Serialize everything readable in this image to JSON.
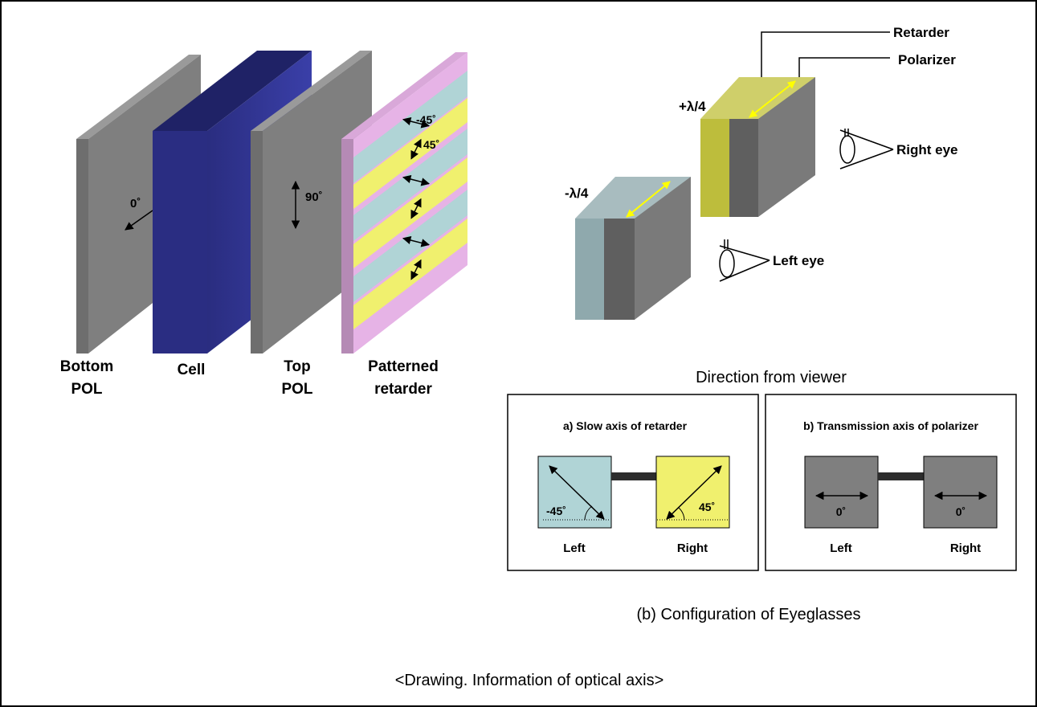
{
  "stack": {
    "labels": {
      "bottom_pol": [
        "Bottom",
        "POL"
      ],
      "cell": "Cell",
      "top_pol": [
        "Top",
        "POL"
      ],
      "patterned_retarder": [
        "Patterned",
        "retarder"
      ]
    },
    "angles": {
      "bottom_pol": "0˚",
      "top_pol": "90˚",
      "stripe_a": "-45˚",
      "stripe_b": "45˚"
    }
  },
  "eyeglasses": {
    "retarder_label": "Retarder",
    "polarizer_label": "Polarizer",
    "plus_quarter_wave": "+λ/4",
    "minus_quarter_wave": "-λ/4",
    "right_eye": "Right eye",
    "left_eye": "Left eye"
  },
  "direction": {
    "title": "Direction from viewer",
    "box_a": {
      "title": "a) Slow axis of retarder",
      "left_angle": "-45˚",
      "right_angle": "45˚",
      "left_label": "Left",
      "right_label": "Right"
    },
    "box_b": {
      "title": "b) Transmission axis of polarizer",
      "left_angle": "0˚",
      "right_angle": "0˚",
      "left_label": "Left",
      "right_label": "Right"
    }
  },
  "config_caption": "(b) Configuration of Eyeglasses",
  "drawing_caption": "<Drawing. Information of optical axis>",
  "colors": {
    "polarizer_gray": "#7f7f7f",
    "cell_blue": "#2e3192",
    "retarder_pink": "#e6b3e6",
    "stripe_cyan": "#b0d4d6",
    "stripe_yellow": "#f0f06e",
    "right_retarder": "#bdbd3c",
    "left_retarder": "#8fa9ad",
    "axis_arrow_yellow": "#ffff00"
  }
}
